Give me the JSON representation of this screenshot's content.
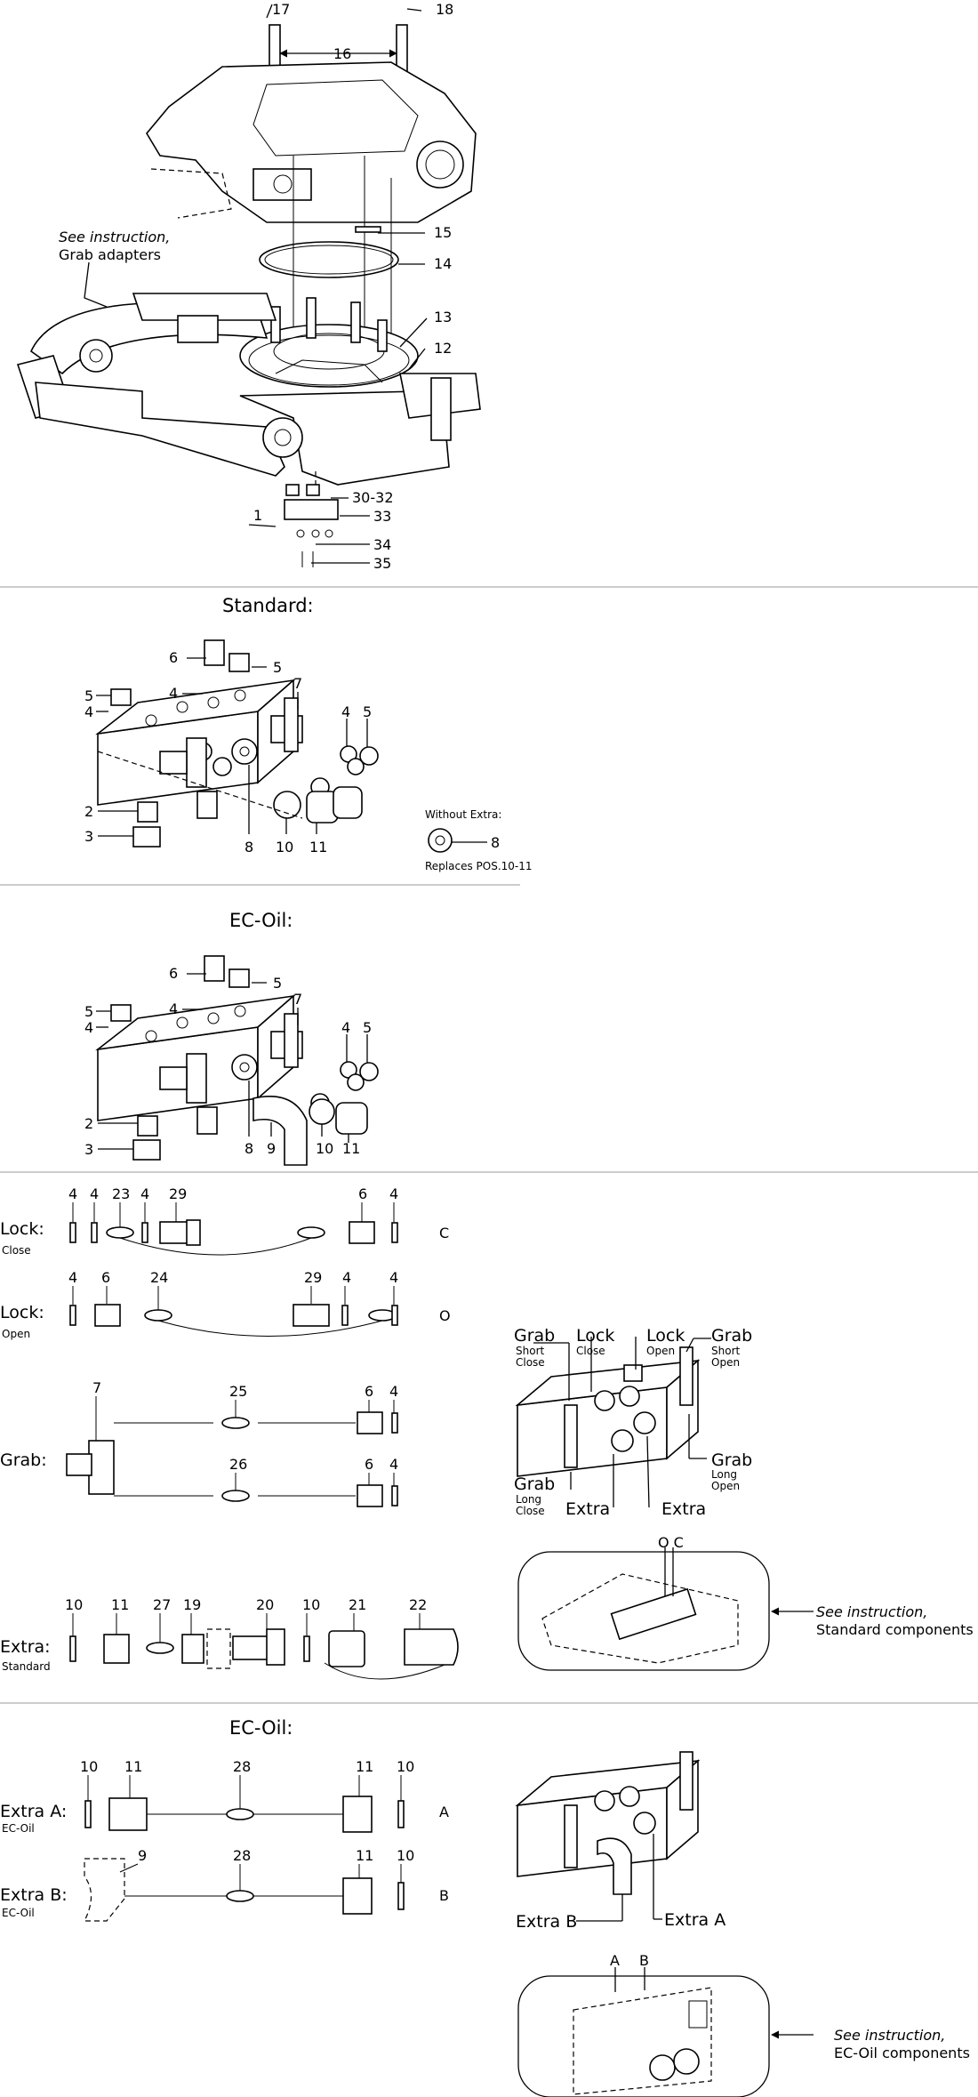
{
  "top": {
    "callouts": [
      "17",
      "18",
      "16",
      "15",
      "14",
      "13",
      "12",
      "30-32",
      "33",
      "34",
      "35",
      "1"
    ],
    "note_line1": "See instruction,",
    "note_line2": "Grab adapters"
  },
  "standard": {
    "title": "Standard:",
    "callouts": [
      "6",
      "5",
      "5",
      "4",
      "4",
      "7",
      "4",
      "5",
      "2",
      "3",
      "8",
      "10",
      "11"
    ],
    "without_extra_label": "Without Extra:",
    "without_extra_num": "8",
    "replaces_label": "Replaces POS.10-11"
  },
  "ecoil1": {
    "title": "EC-Oil:",
    "callouts": [
      "6",
      "5",
      "5",
      "4",
      "4",
      "7",
      "4",
      "5",
      "2",
      "3",
      "8",
      "9",
      "10",
      "11"
    ]
  },
  "hoses": {
    "lock_close": {
      "main": "Lock:",
      "sub": "Close",
      "nums": [
        "4",
        "4",
        "23",
        "4",
        "29",
        "6",
        "4"
      ],
      "code": "C"
    },
    "lock_open": {
      "main": "Lock:",
      "sub": "Open",
      "nums": [
        "4",
        "6",
        "24",
        "29",
        "4",
        "4"
      ],
      "code": "O"
    },
    "grab": {
      "main": "Grab:",
      "nums": [
        "7",
        "25",
        "6",
        "4",
        "26",
        "6",
        "4"
      ]
    },
    "extra_std": {
      "main": "Extra:",
      "sub": "Standard",
      "nums": [
        "10",
        "11",
        "27",
        "19",
        "20",
        "10",
        "21",
        "22"
      ]
    },
    "block_labels": [
      {
        "main": "Grab",
        "l2": "Short",
        "l3": "Close"
      },
      {
        "main": "Lock",
        "l2": "Close"
      },
      {
        "main": "Lock",
        "l2": "Open"
      },
      {
        "main": "Grab",
        "l2": "Short",
        "l3": "Open"
      },
      {
        "main": "Grab",
        "l2": "Long",
        "l3": "Open"
      },
      {
        "main": "Grab",
        "l2": "Long",
        "l3": "Close"
      },
      {
        "main": "Extra"
      },
      {
        "main": "Extra"
      }
    ],
    "std_inset": {
      "code": "O C",
      "note_line1": "See instruction,",
      "note_line2": "Standard components"
    }
  },
  "ecoil2": {
    "title": "EC-Oil:",
    "extra_a": {
      "main": "Extra A:",
      "sub": "EC-Oil",
      "nums": [
        "10",
        "11",
        "28",
        "11",
        "10"
      ],
      "code": "A"
    },
    "extra_b": {
      "main": "Extra B:",
      "sub": "EC-Oil",
      "nums": [
        "9",
        "28",
        "11",
        "10"
      ],
      "code": "B"
    },
    "block_labels": [
      "Extra B",
      "Extra A"
    ],
    "inset": {
      "code_a": "A",
      "code_b": "B",
      "note_line1": "See instruction,",
      "note_line2": "EC-Oil components"
    }
  }
}
